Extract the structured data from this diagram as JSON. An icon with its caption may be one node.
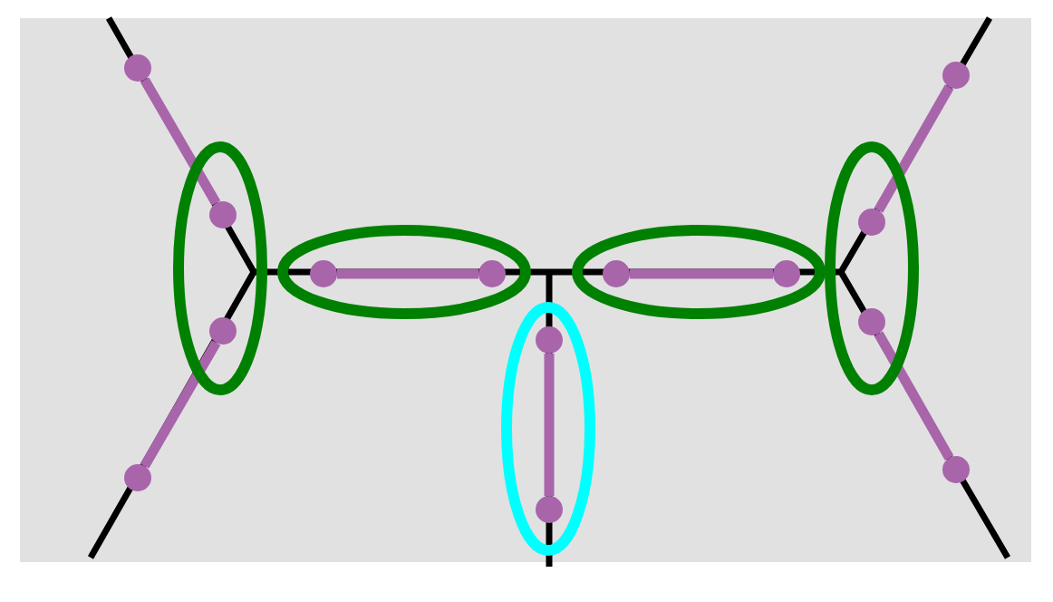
{
  "diagram": {
    "nodes": [
      {
        "text": [],
        "shape": "circle"
      },
      {
        "text": [],
        "shape": "ellipse"
      },
      {
        "text": [],
        "shape": "circle",
        "in": 1
      },
      {
        "text": [],
        "shape": "circle",
        "in": 1
      },
      {
        "text": [],
        "shape": "circle"
      },
      {
        "text": [],
        "shape": "ellipse"
      },
      {
        "text": [],
        "shape": "circle",
        "in": 5
      },
      {
        "text": [],
        "shape": "circle",
        "in": 5
      },
      {
        "text": [],
        "shape": "ellipse"
      },
      {
        "text": [],
        "shape": "circle",
        "in": 8
      },
      {
        "text": [],
        "shape": "circle",
        "in": 8
      },
      {
        "text": [],
        "shape": "ellipse"
      },
      {
        "text": [],
        "shape": "circle",
        "in": 11
      },
      {
        "text": [],
        "shape": "circle",
        "in": 11
      },
      {
        "text": [],
        "shape": "ellipse"
      },
      {
        "text": [],
        "shape": "circle",
        "in": 14
      },
      {
        "text": [],
        "shape": "circle",
        "in": 14
      },
      {
        "text": [],
        "shape": "circle"
      },
      {
        "text": [],
        "shape": "circle"
      }
    ],
    "edges": [
      {
        "from": 0,
        "to": 2,
        "arrow": "none"
      },
      {
        "from": 3,
        "to": 4,
        "arrow": "none"
      },
      {
        "from": 6,
        "to": 7,
        "arrow": "none"
      },
      {
        "from": 9,
        "to": 10,
        "arrow": "none"
      },
      {
        "from": 12,
        "to": 13,
        "arrow": "none"
      },
      {
        "from": 15,
        "to": 17,
        "arrow": "none"
      },
      {
        "from": 16,
        "to": 18,
        "arrow": "none"
      }
    ]
  }
}
